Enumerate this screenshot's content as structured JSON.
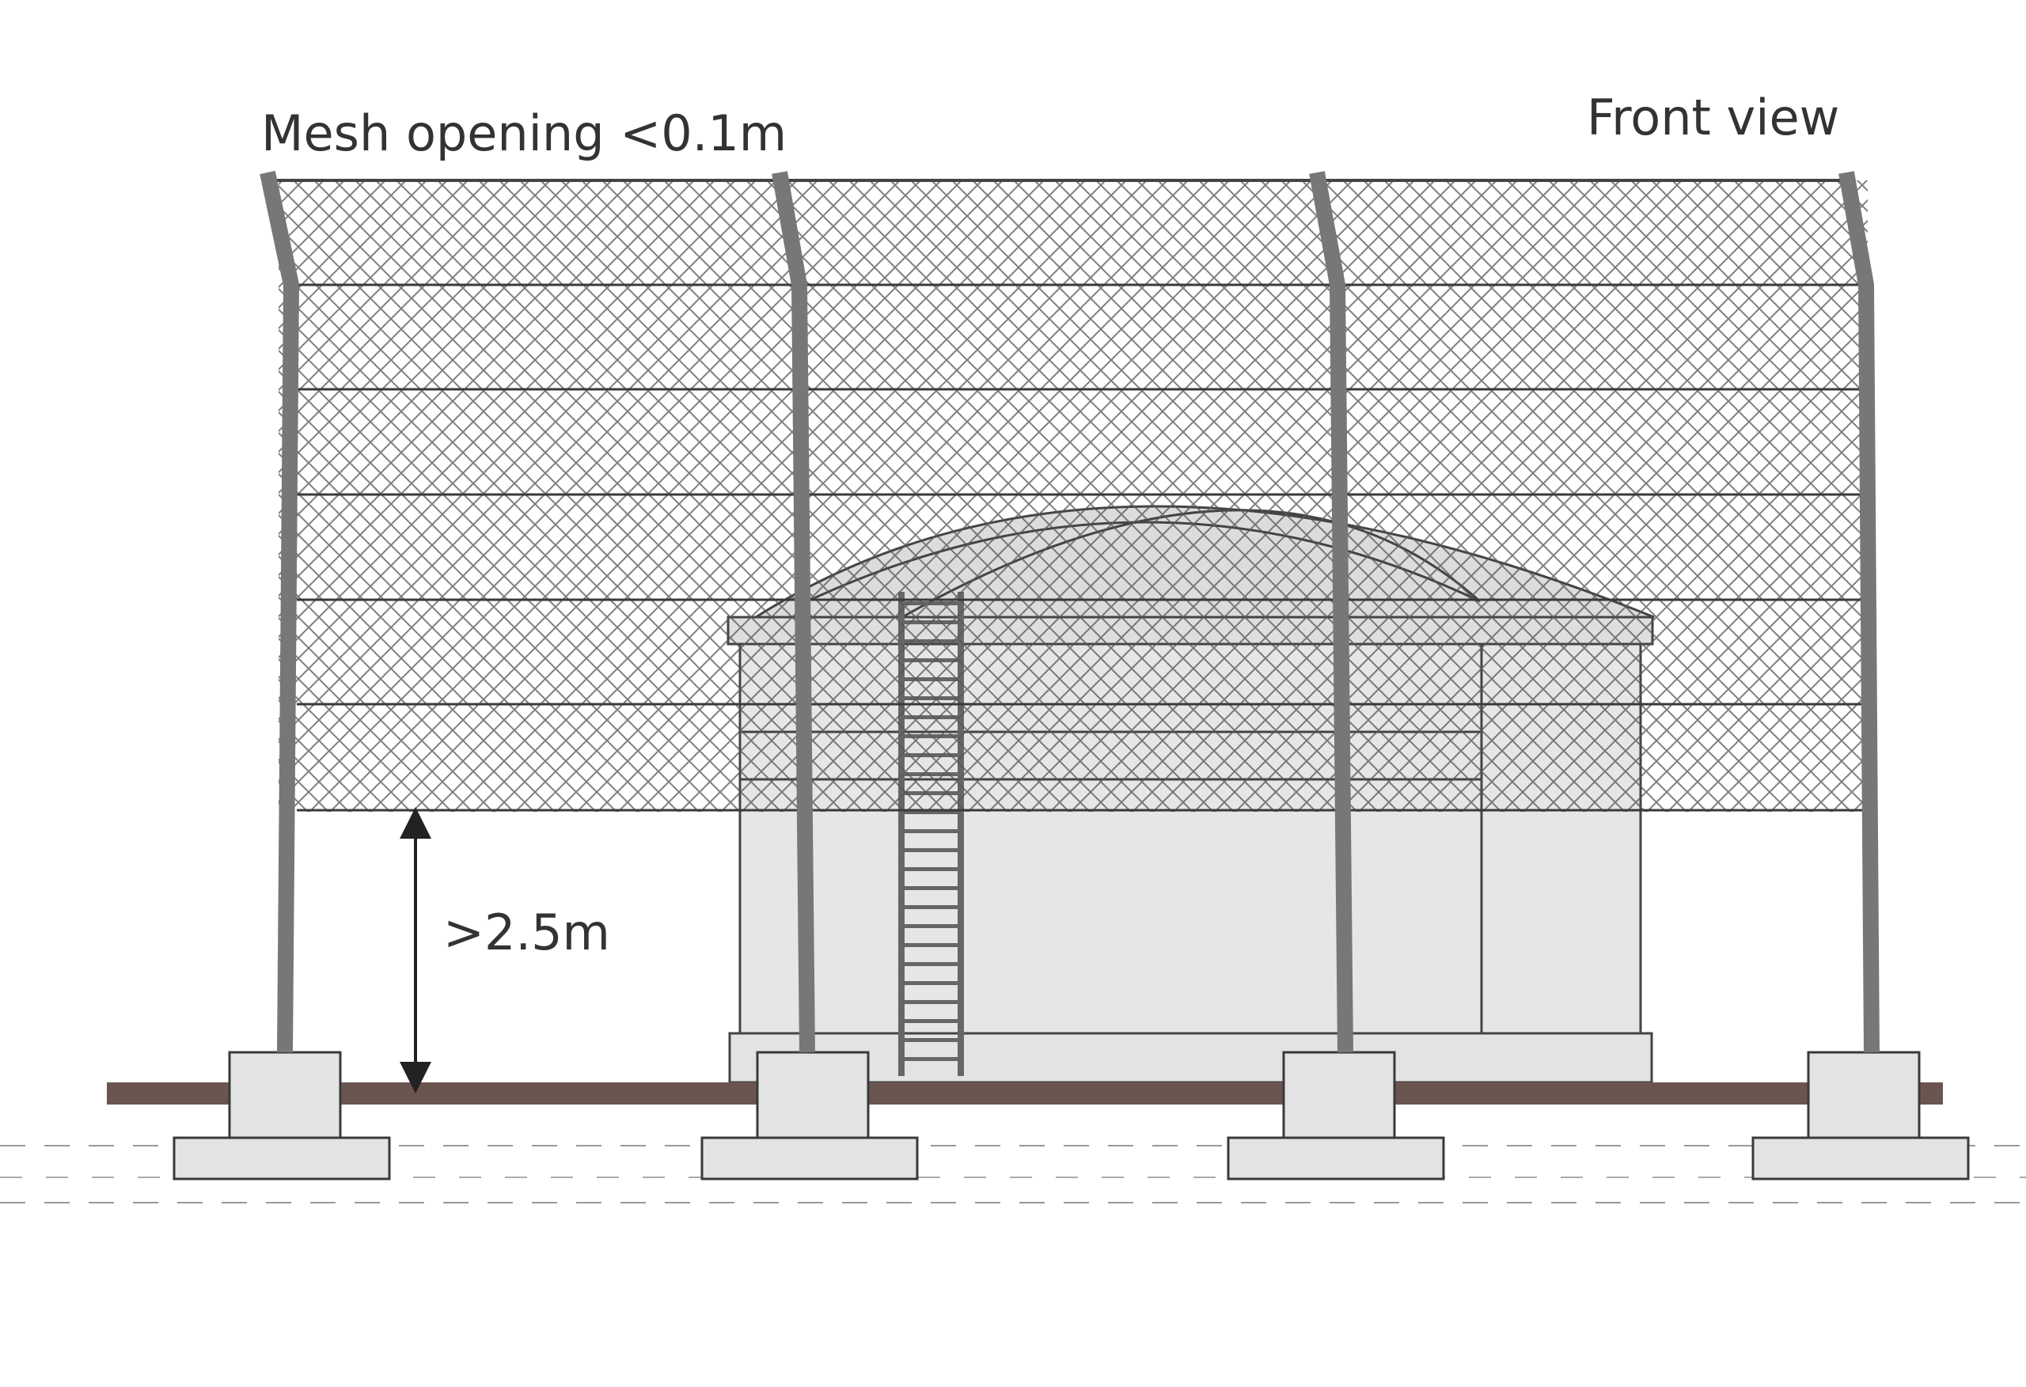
{
  "diagram": {
    "mesh_label": "Mesh opening <0.1m",
    "view_label": "Front view",
    "clearance_label": ">2.5m",
    "colors": {
      "post": "#777777",
      "mesh": "#555555",
      "tank_fill": "#e6e6e6",
      "footing_fill": "#e3e3e3",
      "ground_beam": "#6b5550",
      "outline": "#3a3a3a"
    }
  }
}
